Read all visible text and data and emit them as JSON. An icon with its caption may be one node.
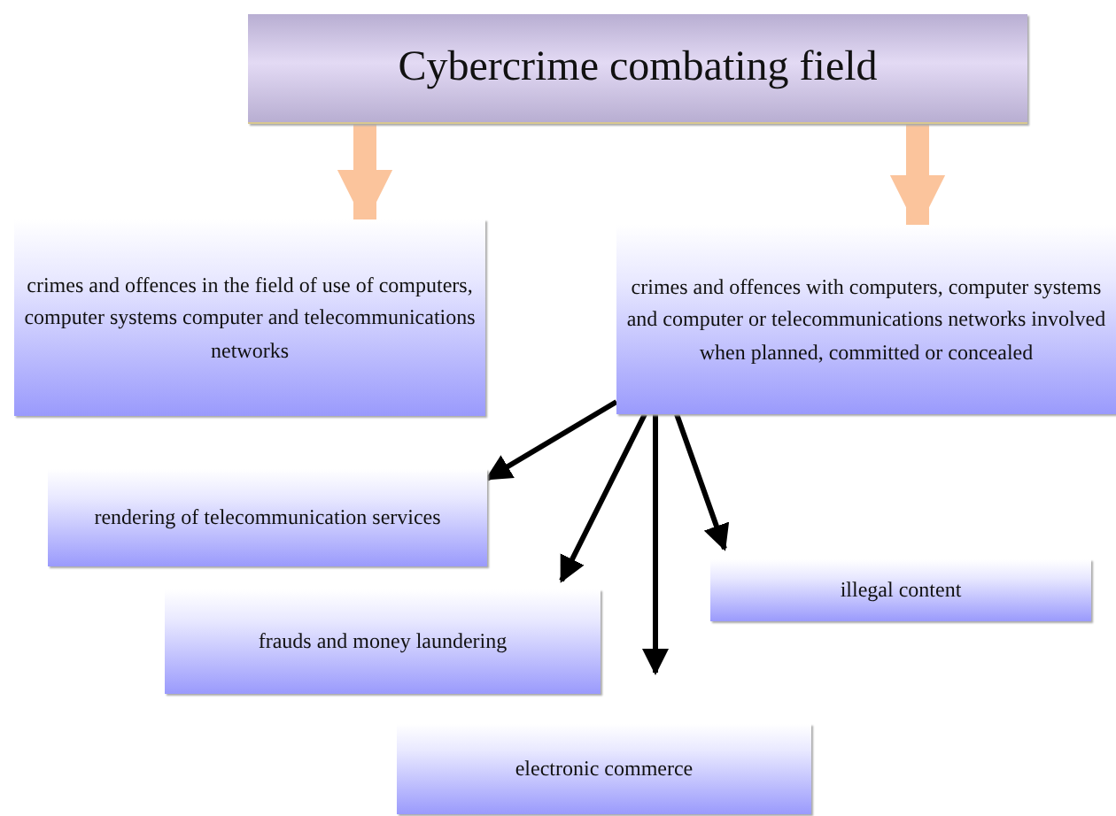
{
  "diagram": {
    "nodes": [
      {
        "text": [
          "Cybercrime combating field"
        ]
      },
      {
        "text": [
          "crimes and offences in the field of use of computers, computer systems computer and telecommunications networks"
        ]
      },
      {
        "text": [
          "crimes and offences with computers, computer systems and computer or telecommunications networks involved when planned, committed or concealed"
        ]
      },
      {
        "text": [
          "rendering of telecommunication services"
        ]
      },
      {
        "text": [
          "frauds and money laundering"
        ]
      },
      {
        "text": [
          "illegal content"
        ]
      },
      {
        "text": [
          "electronic commerce"
        ]
      }
    ],
    "edges": [
      {
        "from": 0,
        "to": 1,
        "arrow": "to",
        "style": "thick",
        "color": "#fbc49c"
      },
      {
        "from": 0,
        "to": 2,
        "arrow": "to",
        "style": "thick",
        "color": "#fbc49c"
      },
      {
        "from": 2,
        "to": 3,
        "arrow": "to"
      },
      {
        "from": 2,
        "to": 4,
        "arrow": "to"
      },
      {
        "from": 2,
        "to": 6,
        "arrow": "to"
      },
      {
        "from": 2,
        "to": 5,
        "arrow": "to"
      }
    ]
  }
}
